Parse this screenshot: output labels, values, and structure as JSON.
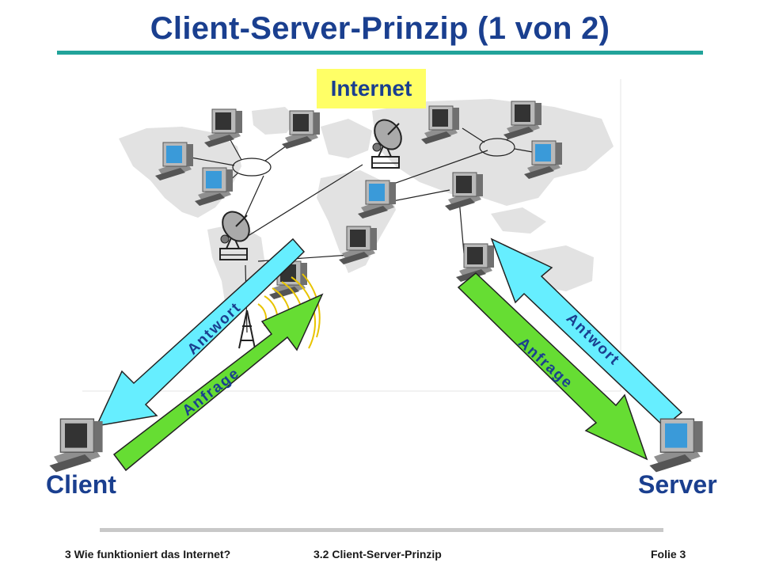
{
  "slide": {
    "title": "Client-Server-Prinzip (1 von 2)",
    "internet_label": "Internet",
    "client_label": "Client",
    "server_label": "Server"
  },
  "arrows": {
    "left_answer": "Antwort",
    "left_request": "Anfrage",
    "right_request": "Anfrage",
    "right_answer": "Antwort"
  },
  "footer": {
    "chapter": "3 Wie funktioniert das Internet?",
    "section": "3.2 Client-Server-Prinzip",
    "page": "Folie 3"
  },
  "colors": {
    "title": "#1a3f8f",
    "accent_rule": "#22a39a",
    "internet_box": "#ffff66",
    "request_arrow": "#66dd33",
    "answer_arrow": "#66eeff",
    "map": "#e2e2e2",
    "radio_waves": "#e8c400"
  },
  "icons": [
    "computer-icon",
    "satellite-dish-icon",
    "radio-tower-icon",
    "network-ring-icon"
  ]
}
